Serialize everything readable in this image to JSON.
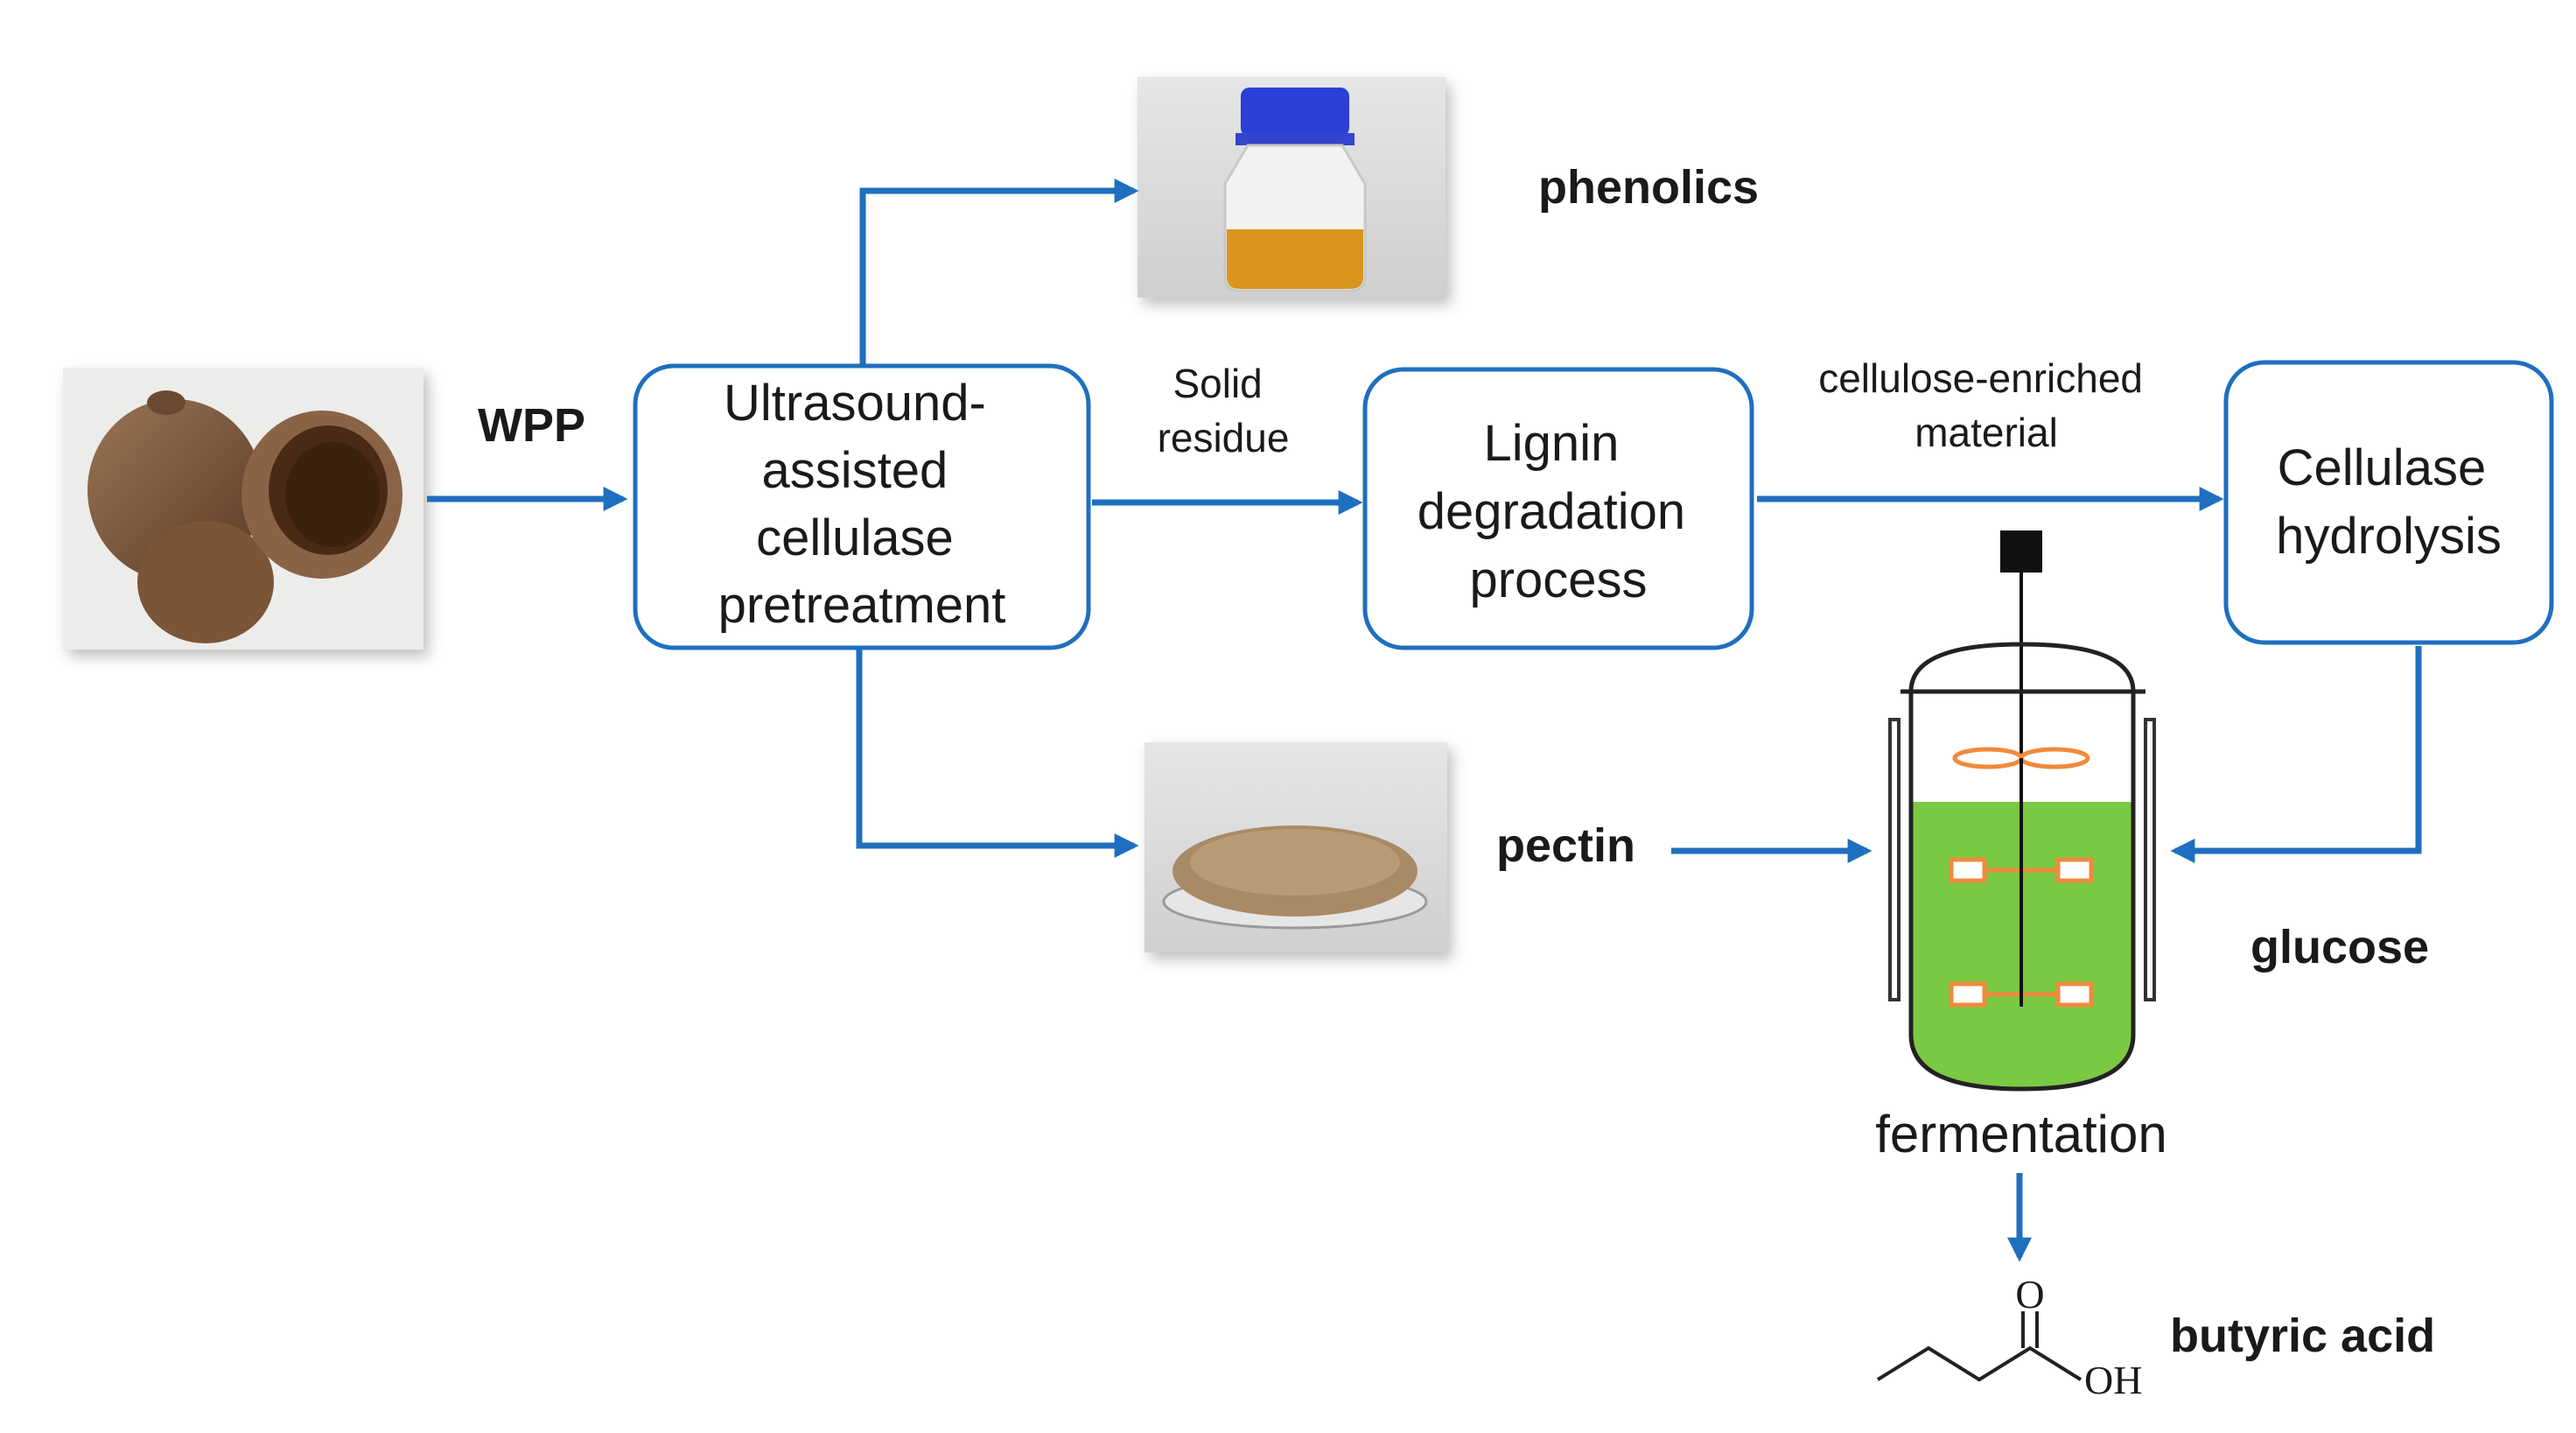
{
  "boxes": {
    "pretreatment": [
      "Ultrasound-",
      "assisted",
      "cellulase",
      "pretreatment"
    ],
    "lignin": [
      "Lignin",
      "degradation",
      "process"
    ],
    "hydrolysis": [
      "Cellulase",
      "hydrolysis"
    ]
  },
  "edge_labels": {
    "wpp": "WPP",
    "solid_residue": [
      "Solid",
      "residue"
    ],
    "cellulose_enriched": [
      "cellulose-enriched",
      "material"
    ]
  },
  "products": {
    "phenolics": "phenolics",
    "pectin": "pectin",
    "glucose": "glucose",
    "butyric_acid": "butyric acid"
  },
  "fermenter": {
    "label": "fermentation",
    "liquid_color": "#7ac943",
    "impeller_color": "#f08a3c"
  },
  "chem": {
    "carbonyl_o": "O",
    "hydroxyl": "OH"
  },
  "colors": {
    "flow": "#1f6fbf",
    "text": "#1a1a1a"
  }
}
